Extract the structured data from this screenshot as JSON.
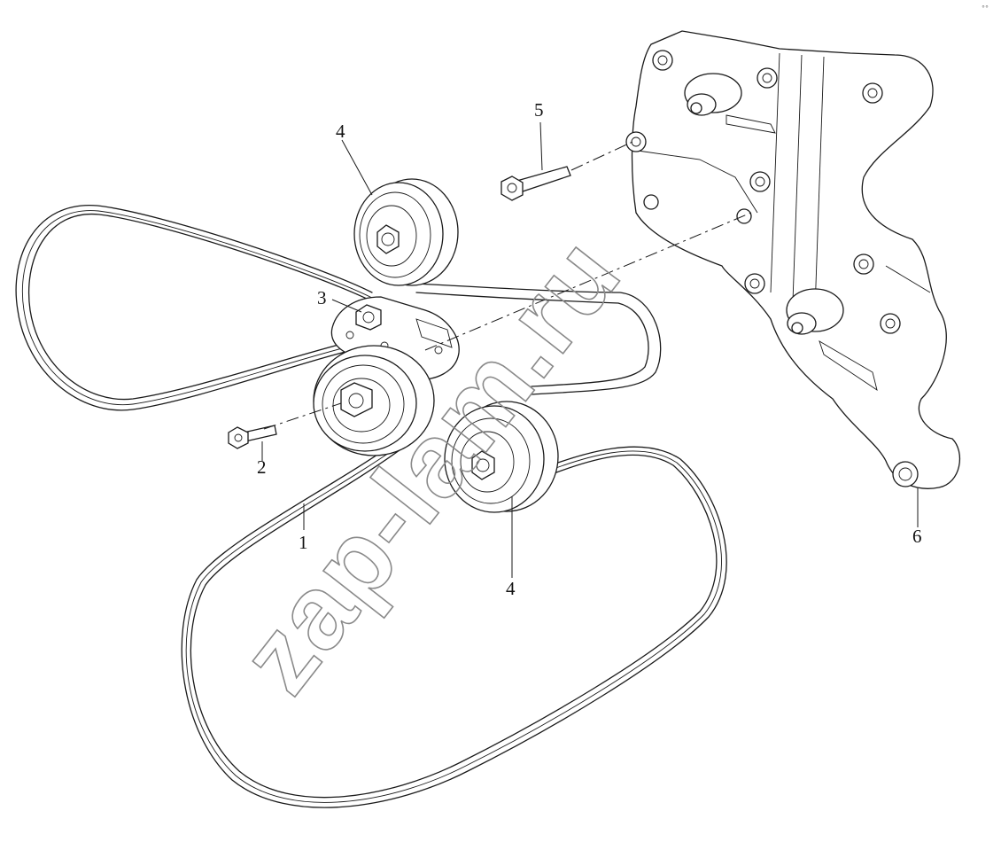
{
  "diagram": {
    "callouts": {
      "belt": "1",
      "bolt_tensioner": "2",
      "tensioner": "3",
      "idler_upper": "4",
      "idler_lower": "4",
      "bolt_bracket": "5",
      "bracket": "6"
    },
    "watermark": "zap-lam.ru"
  }
}
